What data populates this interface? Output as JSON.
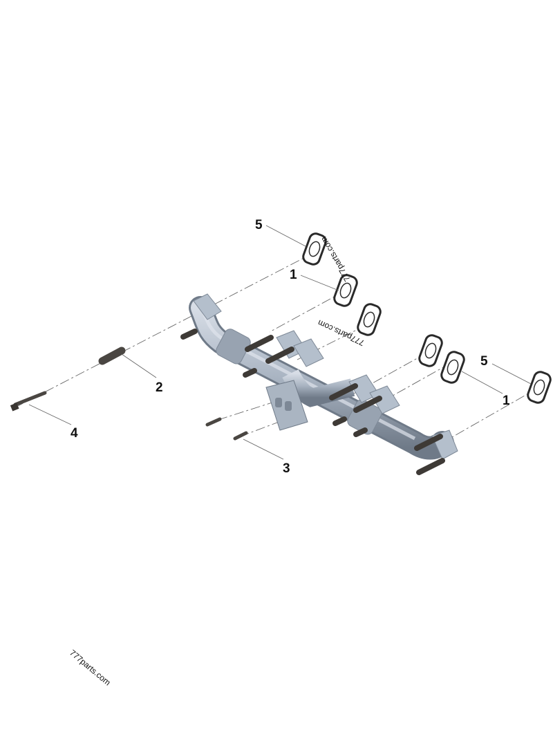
{
  "diagram": {
    "callouts": [
      {
        "id": "5a",
        "label": "5"
      },
      {
        "id": "1a",
        "label": "1"
      },
      {
        "id": "2",
        "label": "2"
      },
      {
        "id": "4",
        "label": "4"
      },
      {
        "id": "3",
        "label": "3"
      },
      {
        "id": "5b",
        "label": "5"
      },
      {
        "id": "1b",
        "label": "1"
      }
    ],
    "watermarks": [
      "777parts.com",
      "777parts.com",
      "777parts.com"
    ],
    "colors": {
      "manifold": "#a9b4c2",
      "manifold_shadow": "#7d8896",
      "stud": "#5f5a55",
      "gasket": "#2a2a2a"
    }
  }
}
